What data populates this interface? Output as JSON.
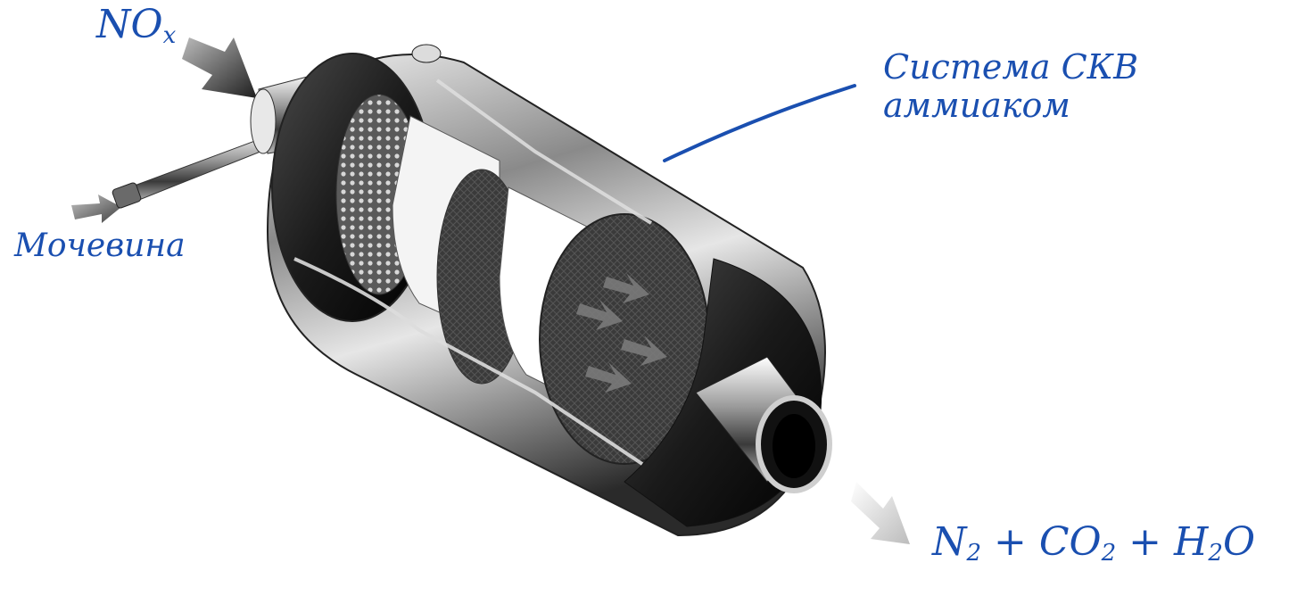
{
  "labels": {
    "nox": {
      "main": "NO",
      "sub": "x"
    },
    "urea": "Мочевина",
    "scr_line1": "Система СКВ",
    "scr_line2": "аммиаком",
    "output": {
      "n": "N",
      "n_sub": "2",
      "plus1": " + CO",
      "co_sub": "2",
      "plus2": " + H",
      "h_sub": "2",
      "o": "O"
    }
  },
  "colors": {
    "label_blue": "#1a4fb0",
    "metal_dark": "#1c1c1c",
    "metal_light": "#d8d8d8",
    "arrow_gray": "#6e6e6e"
  }
}
